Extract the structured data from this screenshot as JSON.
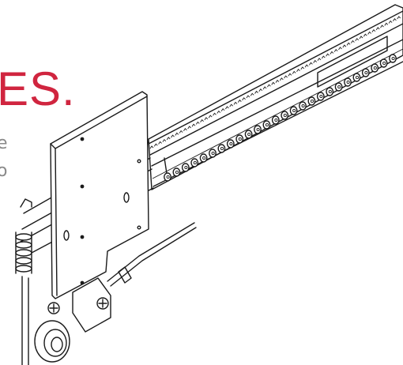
{
  "heading": {
    "text": "ES.",
    "color": "#d0253f"
  },
  "body": {
    "lines": [
      "e",
      "o"
    ],
    "color": "#8a8a8a"
  },
  "illustration": {
    "icon": "drawer-slide-illustration",
    "line_color": "#1a1a1a"
  }
}
